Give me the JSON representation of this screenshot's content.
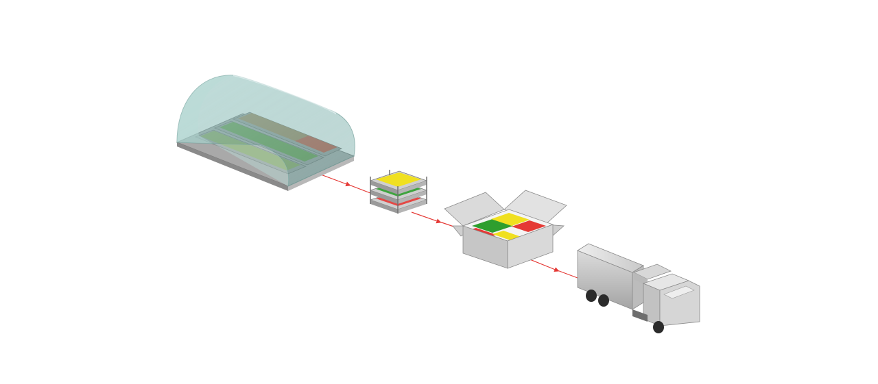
{
  "diagram": {
    "stages": [
      {
        "id": "greenhouse",
        "icon": "greenhouse-icon"
      },
      {
        "id": "crate",
        "icon": "stacked-crate-icon"
      },
      {
        "id": "box",
        "icon": "open-box-icon"
      },
      {
        "id": "truck",
        "icon": "truck-icon"
      }
    ],
    "flow": [
      "greenhouse",
      "crate",
      "box",
      "truck"
    ]
  },
  "colors": {
    "arrow": "#e53935",
    "tomato_red": "#e53935",
    "tomato_green": "#2e9e2e",
    "tomato_yellow": "#f0e020",
    "greenhouse_glass": "#7fb5b0",
    "metal": "#b0b0b0",
    "truck_body": "#c8c8c8"
  }
}
